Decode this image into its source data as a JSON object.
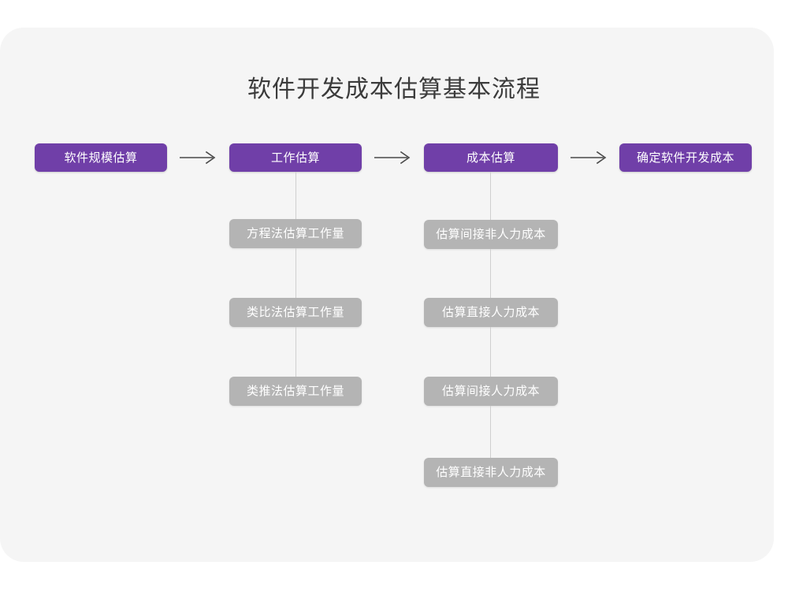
{
  "page": {
    "title": "软件开发成本估算基本流程",
    "background_color": "#ffffff",
    "card_color": "#f5f5f5",
    "title_color": "#3b3b3b"
  },
  "theme": {
    "primary_color": "#703fa8",
    "secondary_color": "#b4b4b4",
    "node_text_color": "#ffffff",
    "connector_color": "#cfcfcf",
    "arrow_color": "#4a4a4a"
  },
  "arrows": {
    "glyph": "arrow-right-icon",
    "between_1_2": "→",
    "between_2_3": "→",
    "between_3_4": "→"
  },
  "flow": {
    "stages": [
      {
        "id": "stage-1",
        "label": "软件规模估算",
        "level": "primary",
        "children": []
      },
      {
        "id": "stage-2",
        "label": "工作估算",
        "level": "primary",
        "children": [
          {
            "id": "stage-2-sub-1",
            "label": "方程法估算工作量"
          },
          {
            "id": "stage-2-sub-2",
            "label": "类比法估算工作量"
          },
          {
            "id": "stage-2-sub-3",
            "label": "类推法估算工作量"
          }
        ]
      },
      {
        "id": "stage-3",
        "label": "成本估算",
        "level": "primary",
        "children": [
          {
            "id": "stage-3-sub-1",
            "label": "估算间接非人力成本"
          },
          {
            "id": "stage-3-sub-2",
            "label": "估算直接人力成本"
          },
          {
            "id": "stage-3-sub-3",
            "label": "估算间接人力成本"
          },
          {
            "id": "stage-3-sub-4",
            "label": "估算直接非人力成本"
          }
        ]
      },
      {
        "id": "stage-4",
        "label": "确定软件开发成本",
        "level": "primary",
        "children": []
      }
    ]
  },
  "chart_data": {
    "type": "table",
    "title": "软件开发成本估算基本流程",
    "categories": [
      "软件规模估算",
      "工作估算",
      "成本估算",
      "确定软件开发成本"
    ],
    "series": [
      {
        "name": "软件规模估算",
        "values": []
      },
      {
        "name": "工作估算",
        "values": [
          "方程法估算工作量",
          "类比法估算工作量",
          "类推法估算工作量"
        ]
      },
      {
        "name": "成本估算",
        "values": [
          "估算间接非人力成本",
          "估算直接人力成本",
          "估算间接人力成本",
          "估算直接非人力成本"
        ]
      },
      {
        "name": "确定软件开发成本",
        "values": []
      }
    ]
  }
}
